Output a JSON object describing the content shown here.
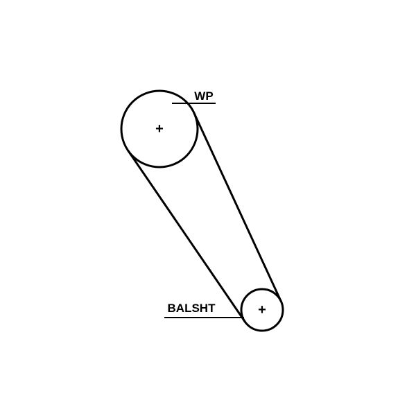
{
  "diagram": {
    "type": "belt-routing-diagram",
    "pulleys": [
      {
        "id": "wp",
        "label": "WP",
        "center_mark": "+"
      },
      {
        "id": "balsht",
        "label": "BALSHT",
        "center_mark": "+"
      }
    ],
    "labels": {
      "wp": "WP",
      "balsht": "BALSHT"
    },
    "center_mark": "+",
    "colors": {
      "line": "#000000",
      "background": "#ffffff"
    }
  }
}
